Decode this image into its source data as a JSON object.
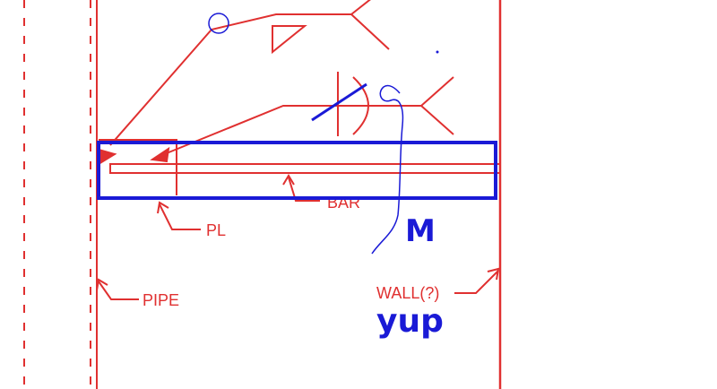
{
  "diagram": {
    "labels": {
      "bar": "BAR",
      "pl": "PL",
      "pipe": "PIPE",
      "wall": "WALL(?)"
    },
    "annotations": {
      "m": "M",
      "yup": "yup"
    },
    "colors": {
      "drawing": "#e03030",
      "annotation": "#1a1ad6",
      "background": "#ffffff"
    }
  }
}
